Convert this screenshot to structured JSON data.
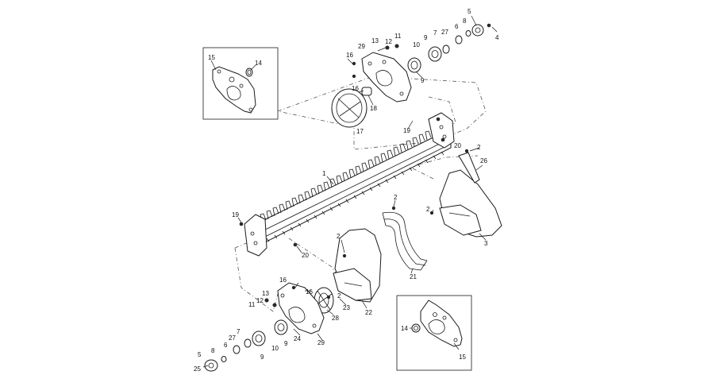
{
  "callouts": {
    "c5a": "5",
    "c4": "4",
    "c8a": "8",
    "c6a": "6",
    "c27a": "27",
    "c7a": "7",
    "c9a": "9",
    "c10a": "10",
    "c9b": "9",
    "c29a": "29",
    "c13a": "13",
    "c12a": "12",
    "c11a": "11",
    "c16a": "16",
    "c16b": "16",
    "c18": "18",
    "c17": "17",
    "c19a": "19",
    "c20a": "20",
    "c2a": "2",
    "c26": "26",
    "c1": "1",
    "c2b": "2",
    "c2c": "2",
    "c3": "3",
    "c19b": "19",
    "c20b": "20",
    "c2d": "2",
    "c21": "21",
    "c16c": "16",
    "c16d": "16",
    "c13b": "13",
    "c12b": "12",
    "c11b": "11",
    "c2e": "2",
    "c23": "23",
    "c22": "22",
    "c28": "28",
    "c24": "24",
    "c29b": "29",
    "c7b": "7",
    "c27b": "27",
    "c6b": "6",
    "c8b": "8",
    "c5b": "5",
    "c25": "25",
    "c9c": "9",
    "c10b": "10",
    "c9d": "9",
    "c15a": "15",
    "c14a": "14",
    "c14b": "14",
    "c15b": "15"
  }
}
